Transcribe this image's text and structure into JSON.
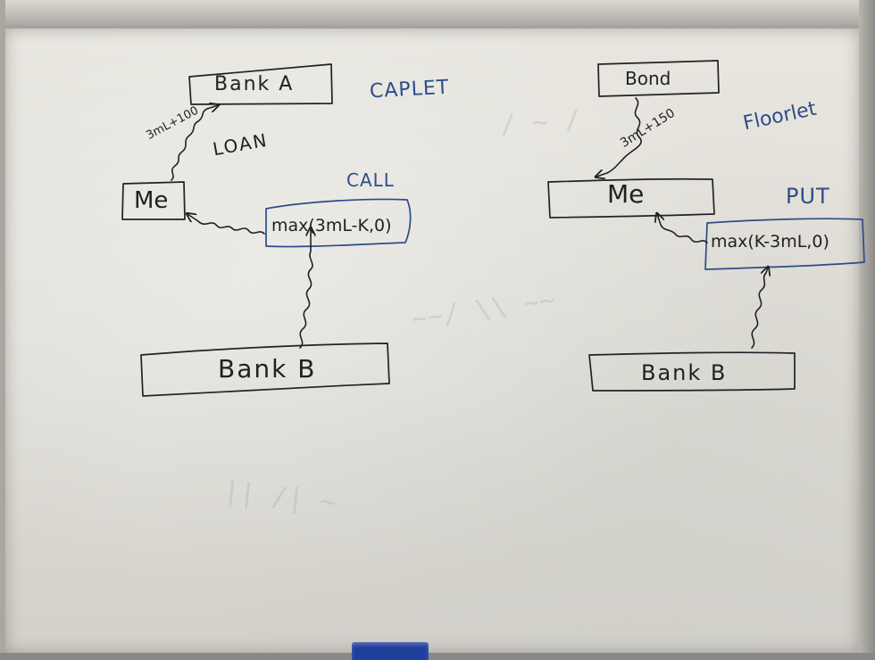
{
  "left_diagram": {
    "bank_a": "Bank A",
    "caplet": "CAPLET",
    "loan_rate": "3mL+100",
    "loan": "LOAN",
    "me": "Me",
    "call": "CALL",
    "payoff": "max(3mL-K,0)",
    "bank_b": "Bank B"
  },
  "right_diagram": {
    "bond": "Bond",
    "bond_rate": "3mL+150",
    "floorlet": "Floorlet",
    "me": "Me",
    "put": "PUT",
    "payoff": "max(K-3mL,0)",
    "bank_b": "Bank B"
  },
  "colors": {
    "ink_black": "#202226",
    "ink_blue": "#2c4c8a",
    "board": "#e3e1da",
    "frame": "#bcbab3",
    "marker": "#1f3f9c"
  }
}
